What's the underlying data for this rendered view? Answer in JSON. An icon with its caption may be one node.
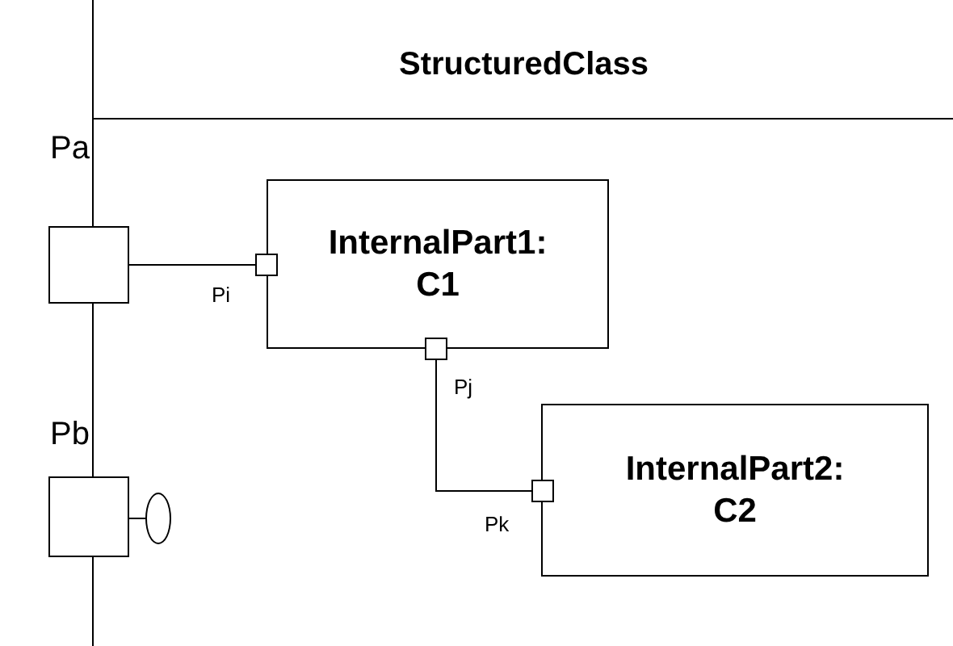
{
  "diagram": {
    "nodes": [
      {
        "text": [
          "StructuredClass"
        ]
      },
      {
        "text": [
          "Pa"
        ]
      },
      {
        "text": [
          "Pb"
        ]
      },
      {
        "text": [],
        "shape": "capsule",
        "in": 0
      },
      {
        "text": [
          "InternalPart1: C1"
        ],
        "in": 0
      },
      {
        "text": [
          "Pi"
        ],
        "in": 0
      },
      {
        "text": [
          "Pj"
        ],
        "in": 0
      },
      {
        "text": [
          "InternalPart2: C2"
        ],
        "in": 0
      },
      {
        "text": [
          "Pk"
        ],
        "in": 0
      }
    ],
    "edges": [
      {
        "from": 1,
        "to": 5,
        "arrow": "none"
      },
      {
        "from": 2,
        "to": 3,
        "arrow": "none"
      },
      {
        "from": 6,
        "to": 8,
        "arrow": "none"
      }
    ]
  }
}
